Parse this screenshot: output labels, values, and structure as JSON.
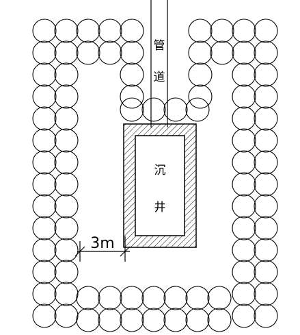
{
  "labels": {
    "pipe_char_1": "管",
    "pipe_char_2": "道",
    "well_char_1": "沉",
    "well_char_2": "井",
    "dimension": "3m"
  },
  "colors": {
    "stroke": "#000000",
    "background": "#ffffff"
  }
}
